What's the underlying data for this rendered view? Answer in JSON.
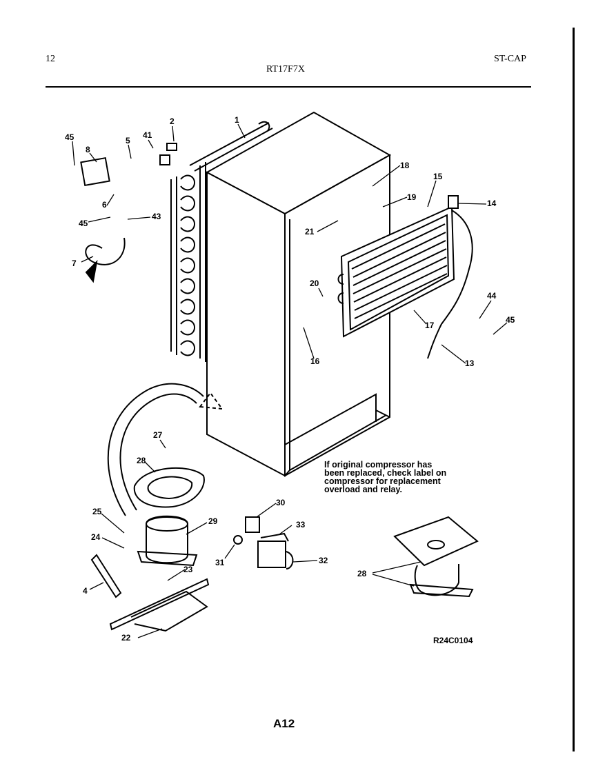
{
  "header": {
    "page_number": "12",
    "model": "RT17F7X",
    "section": "ST-CAP"
  },
  "note": {
    "lines": [
      "If original compressor has",
      "been replaced, check label on",
      "compressor for replacement",
      "overload and relay."
    ]
  },
  "figure_code": "R24C0104",
  "page_code": "A12",
  "callouts": {
    "c1": "1",
    "c2": "2",
    "c41": "41",
    "c45a": "45",
    "c8": "8",
    "c5": "5",
    "c6": "6",
    "c45b": "45",
    "c43": "43",
    "c7": "7",
    "c18": "18",
    "c19": "19",
    "c15": "15",
    "c14": "14",
    "c21": "21",
    "c20": "20",
    "c16": "16",
    "c17": "17",
    "c44": "44",
    "c45c": "45",
    "c13": "13",
    "c27": "27",
    "c28a": "28",
    "c25": "25",
    "c24": "24",
    "c29": "29",
    "c30": "30",
    "c33": "33",
    "c31": "31",
    "c32": "32",
    "c23": "23",
    "c4": "4",
    "c22": "22",
    "c28b": "28"
  }
}
